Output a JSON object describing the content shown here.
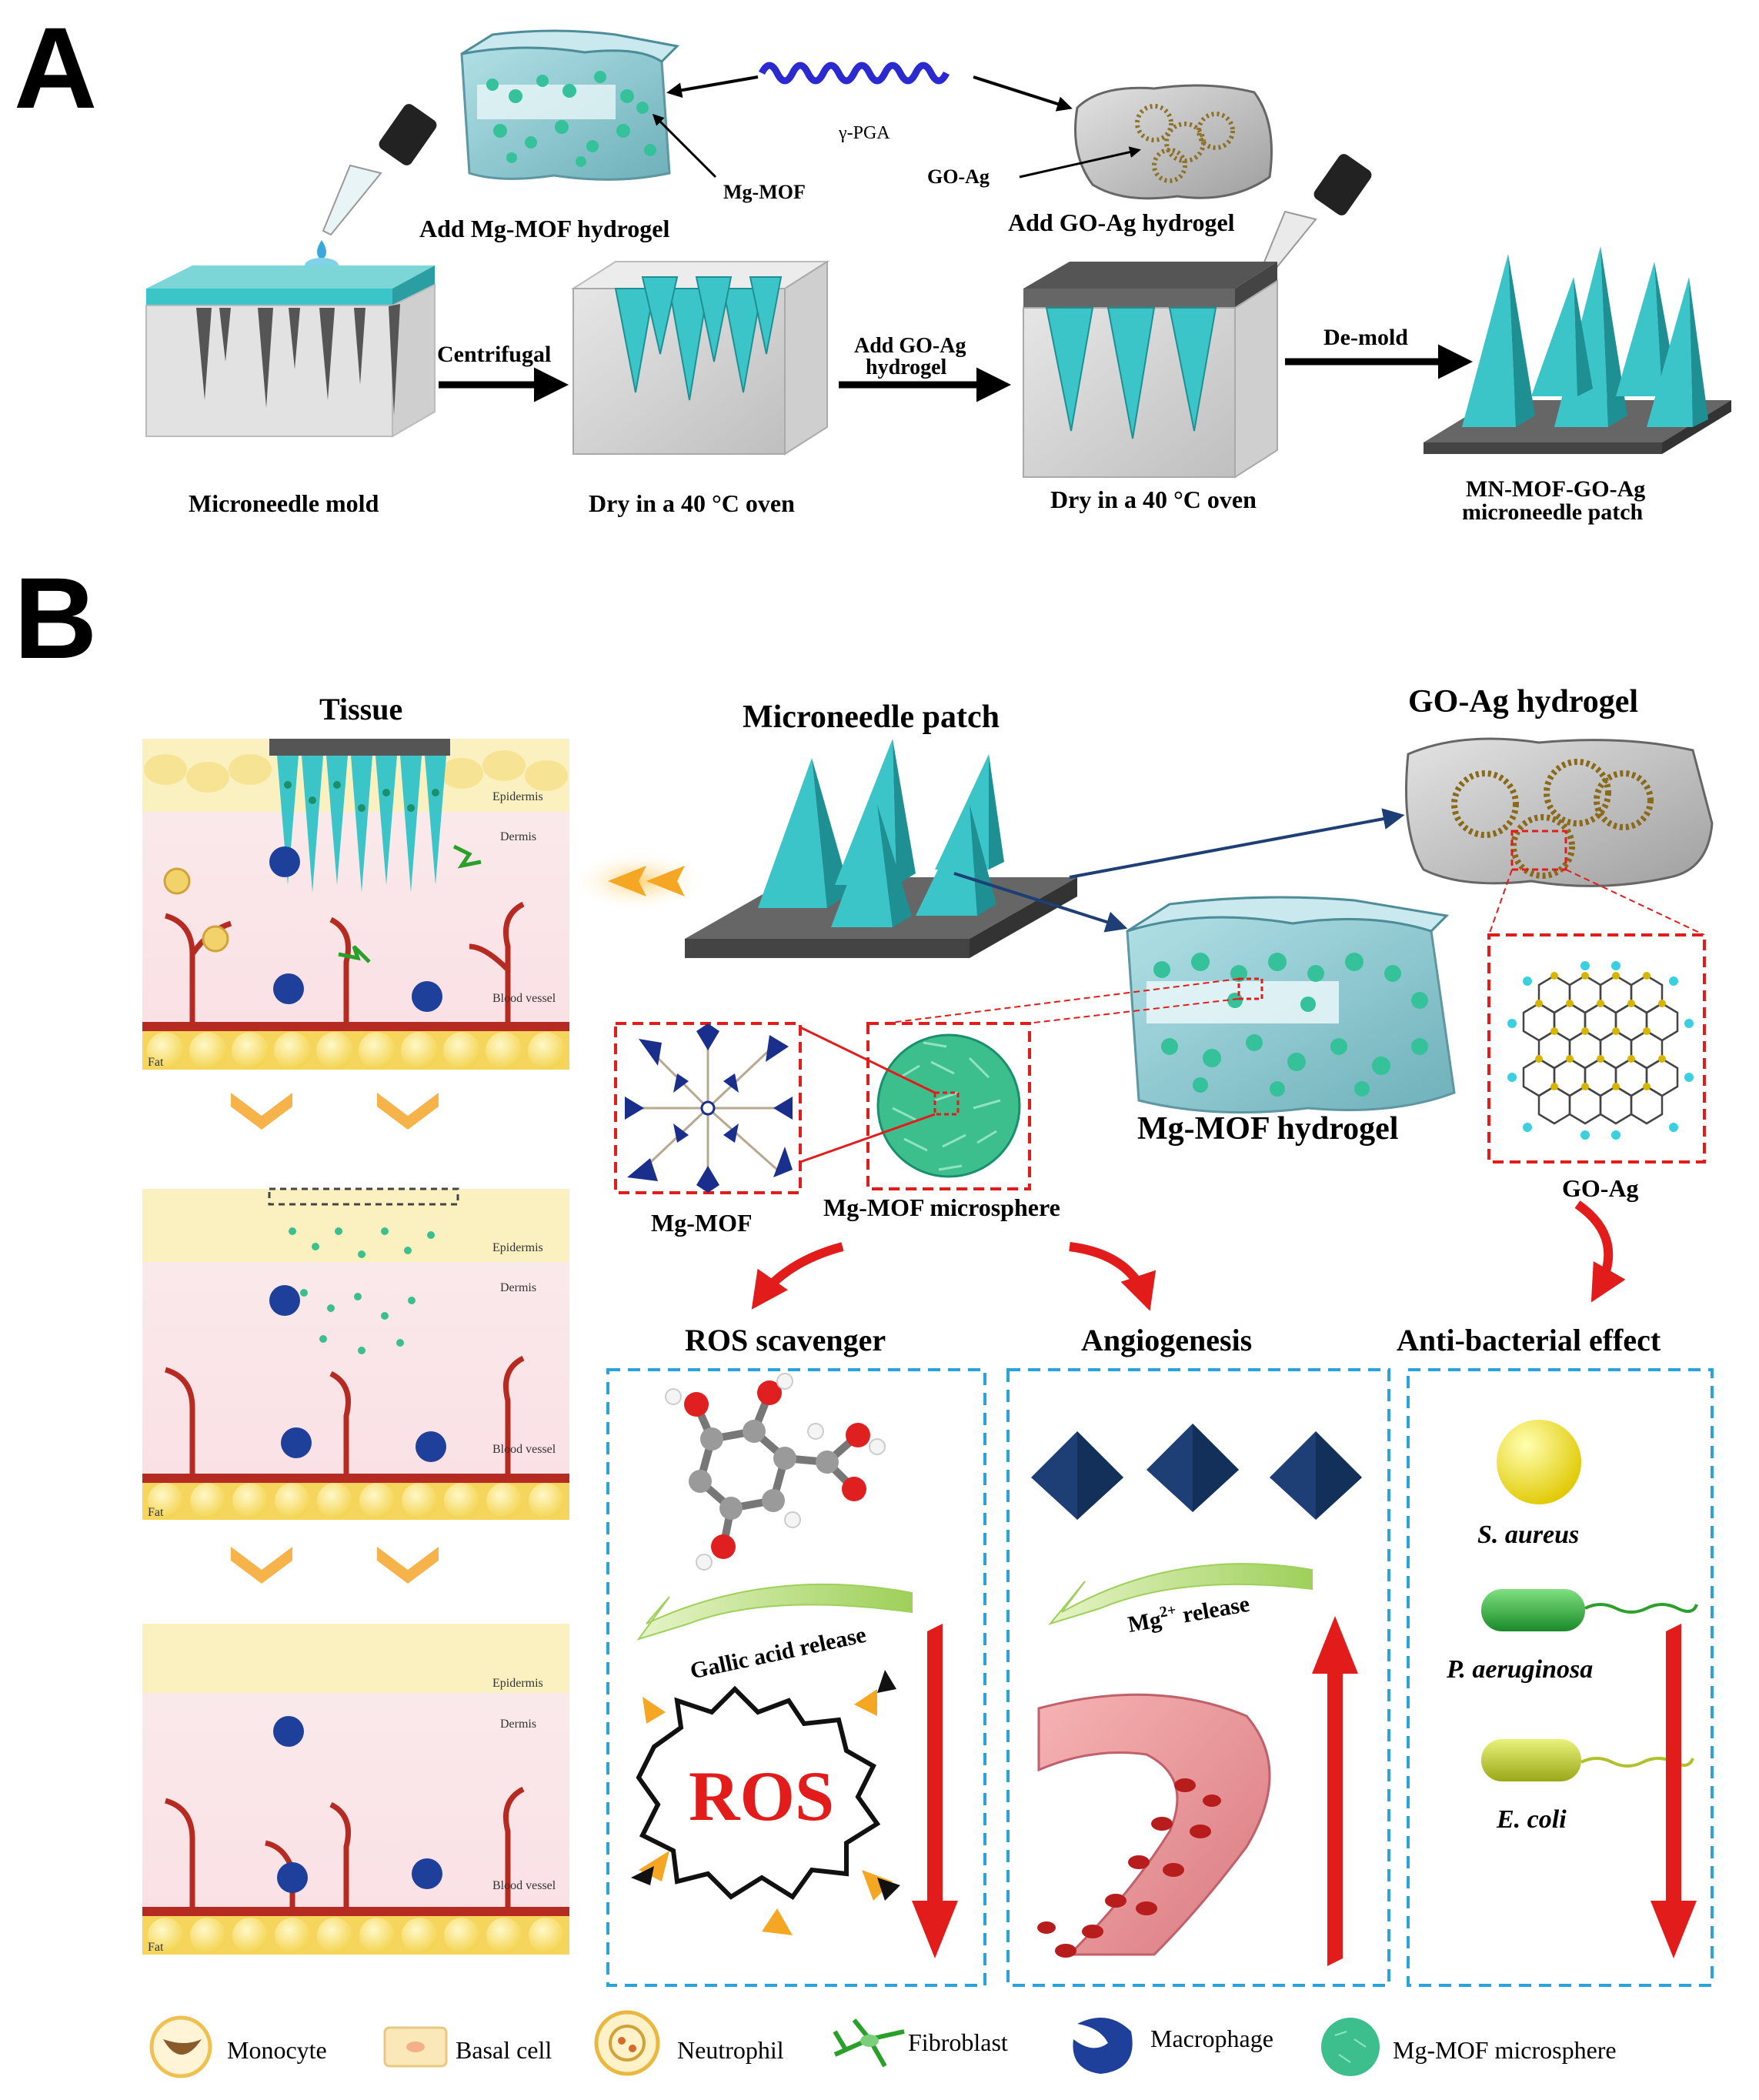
{
  "panelA": {
    "letter": "A",
    "gamma_pga": "γ-PGA",
    "mg_mof_label": "Mg-MOF",
    "go_ag_label": "GO-Ag",
    "add_mg_mof_hydrogel": "Add Mg-MOF hydrogel",
    "add_go_ag_hydrogel": "Add GO-Ag hydrogel",
    "step_centrifugal": "Centrifugal",
    "step_add_go_ag_line1": "Add GO-Ag",
    "step_add_go_ag_line2": "hydrogel",
    "step_demold": "De-mold",
    "mold_caption": "Microneedle mold",
    "dry1_caption": "Dry in a 40 °C oven",
    "dry2_caption": "Dry in a 40 °C oven",
    "patch_caption_line1": "MN-MOF-GO-Ag",
    "patch_caption_line2": "microneedle patch"
  },
  "panelB": {
    "letter": "B",
    "tissue_title": "Tissue",
    "layer_epidermis": "Epidermis",
    "layer_dermis": "Dermis",
    "layer_blood_vessel": "Blood vessel",
    "layer_fat": "Fat",
    "microneedle_patch_title": "Microneedle patch",
    "go_ag_hydrogel_title": "GO-Ag hydrogel",
    "mg_mof_hydrogel_title": "Mg-MOF hydrogel",
    "mg_mof_label": "Mg-MOF",
    "mg_mof_microsphere_label": "Mg-MOF microsphere",
    "go_ag_label": "GO-Ag",
    "ros_scavenger_title": "ROS scavenger",
    "angiogenesis_title": "Angiogenesis",
    "antibacterial_title": "Anti-bacterial effect",
    "gallic_acid_release": "Gallic acid release",
    "mg_release_prefix": "Mg",
    "mg_release_sup": "2+",
    "mg_release_suffix": " release",
    "ros_text": "ROS",
    "s_aureus": "S. aureus",
    "p_aeruginosa": "P. aeruginosa",
    "e_coli": "E. coli"
  },
  "legend": {
    "monocyte": "Monocyte",
    "basal_cell": "Basal cell",
    "neutrophil": "Neutrophil",
    "fibroblast": "Fibroblast",
    "macrophage": "Macrophage",
    "mg_mof_microsphere": "Mg-MOF microsphere"
  },
  "colors": {
    "teal": "#3cc5c8",
    "teal_dark": "#1e8f93",
    "arrow_red": "#e21b1b",
    "dash_blue": "#2aa3dd",
    "navy": "#1e3f75",
    "mof_green": "#3dbf8d"
  }
}
